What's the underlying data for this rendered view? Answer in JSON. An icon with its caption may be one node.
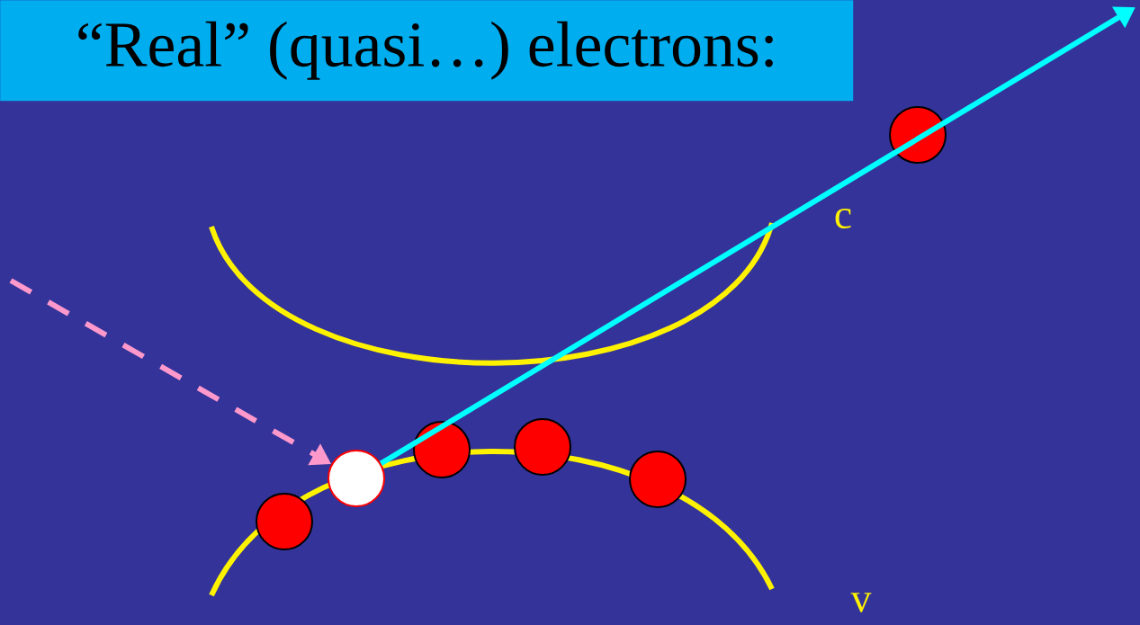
{
  "diagram": {
    "title": "“Real” (quasi…) electrons:",
    "nodes": [
      {
        "text": [],
        "shape": "circle"
      },
      {
        "text": [],
        "shape": "circle"
      },
      {
        "text": [],
        "shape": "circle"
      },
      {
        "text": [],
        "shape": "circle"
      },
      {
        "text": [],
        "shape": "circle"
      },
      {
        "text": [],
        "shape": "circle"
      }
    ],
    "edges": [
      {
        "from": null,
        "to": 2,
        "arrow": "to",
        "style": "dashed",
        "color": "#ff99cc"
      },
      {
        "from": 2,
        "to": null,
        "arrow": "to",
        "color": "#00ffff"
      }
    ],
    "labels": [
      "c",
      "v"
    ]
  }
}
